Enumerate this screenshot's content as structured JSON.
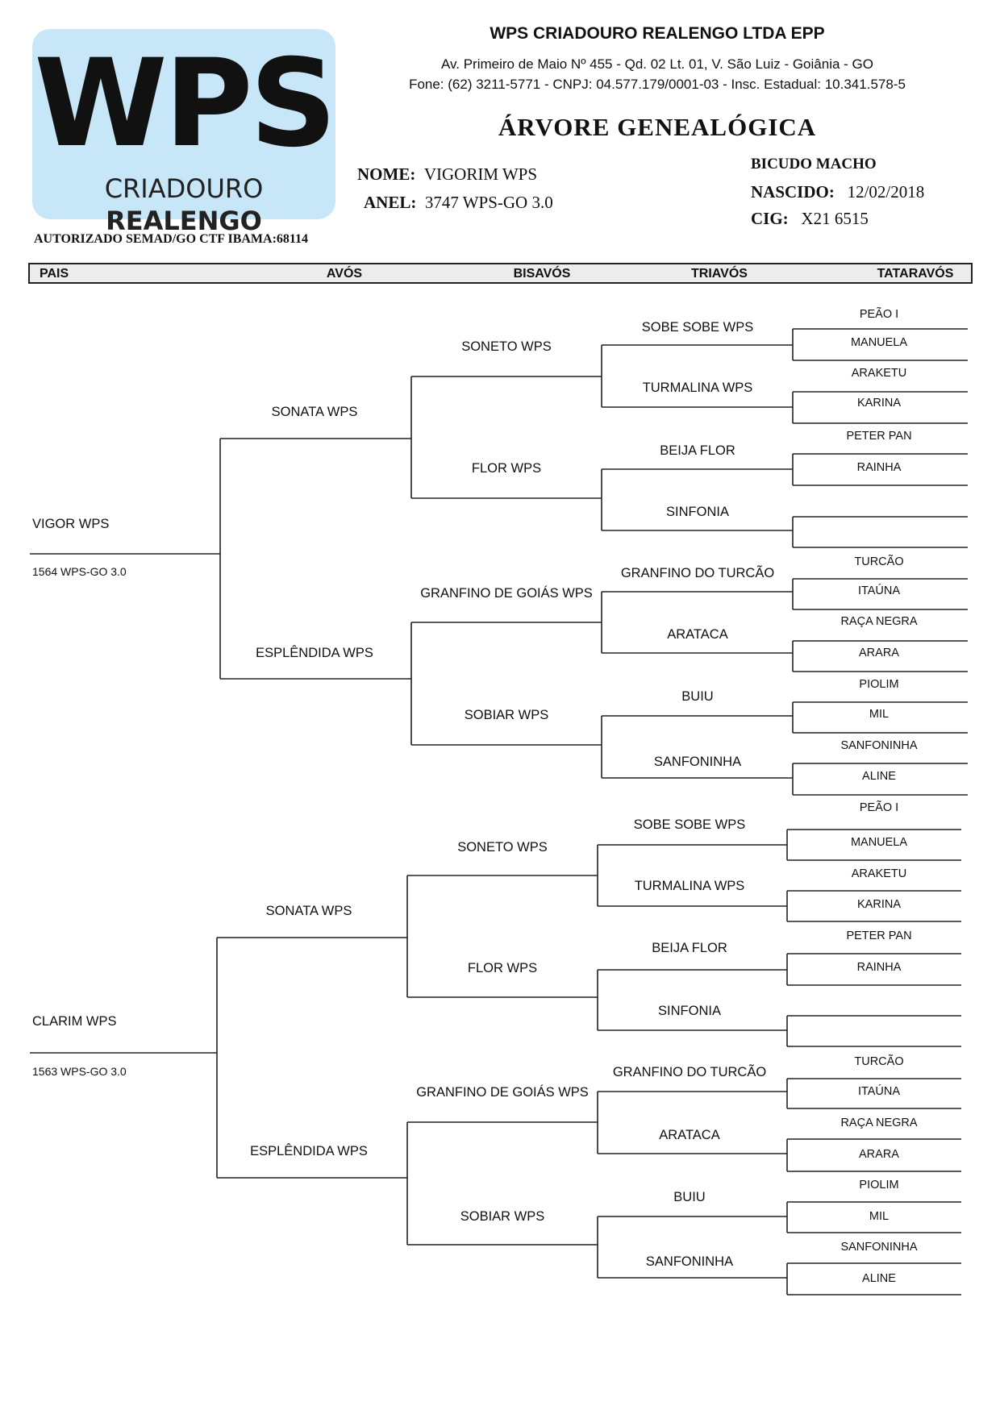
{
  "logo": {
    "main": "WPS",
    "sub_light": "CRIADOURO ",
    "sub_bold": "REALENGO"
  },
  "company": {
    "name": "WPS CRIADOURO REALENGO LTDA EPP",
    "address": "Av. Primeiro de Maio Nº 455 - Qd. 02 Lt. 01, V. São Luiz  - Goiânia - GO",
    "contact": "Fone: (62) 3211-5771  -  CNPJ: 04.577.179/0001-03  -  Insc. Estadual: 10.341.578-5"
  },
  "title": "ÁRVORE  GENEALÓGICA",
  "bird": {
    "name_label": "NOME:",
    "name": "VIGORIM WPS",
    "ring_label": "ANEL:",
    "ring": "3747 WPS-GO 3.0",
    "species": "BICUDO MACHO",
    "born_label": "NASCIDO:",
    "born": "12/02/2018",
    "cig_label": "CIG:",
    "cig": "X21 6515"
  },
  "authorization": "AUTORIZADO SEMAD/GO CTF IBAMA:68114",
  "generations": [
    "PAIS",
    "AVÓS",
    "BISAVÓS",
    "TRIAVÓS",
    "TATARAVÓS"
  ],
  "pedigree": [
    {
      "name": "VIGOR WPS",
      "ring": "1564 WPS-GO 3.0",
      "grandparents": [
        "SONATA WPS",
        "ESPLÊNDIDA WPS"
      ],
      "great_grandparents": [
        "SONETO WPS",
        "FLOR WPS",
        "GRANFINO DE GOIÁS WPS",
        "SOBIAR WPS"
      ],
      "great_great_grandparents": [
        "SOBE SOBE WPS",
        "TURMALINA WPS",
        "BEIJA FLOR",
        "SINFONIA",
        "GRANFINO DO TURCÃO",
        "ARATACA",
        "BUIU",
        "SANFONINHA"
      ],
      "great_great_great_grandparents": [
        "PEÃO I",
        "MANUELA",
        "ARAKETU",
        "KARINA",
        "PETER PAN",
        "RAINHA",
        "",
        "",
        "TURCÃO",
        "ITAÚNA",
        "RAÇA NEGRA",
        "ARARA",
        "PIOLIM",
        "MIL",
        "SANFONINHA",
        "ALINE"
      ]
    },
    {
      "name": "CLARIM WPS",
      "ring": "1563 WPS-GO 3.0",
      "grandparents": [
        "SONATA WPS",
        "ESPLÊNDIDA  WPS"
      ],
      "great_grandparents": [
        "SONETO WPS",
        "FLOR WPS",
        "GRANFINO DE GOIÁS WPS",
        "SOBIAR WPS"
      ],
      "great_great_grandparents": [
        "SOBE SOBE WPS",
        "TURMALINA WPS",
        "BEIJA FLOR",
        "SINFONIA",
        "GRANFINO DO TURCÃO",
        "ARATACA",
        "BUIU",
        "SANFONINHA"
      ],
      "great_great_great_grandparents": [
        "PEÃO I",
        "MANUELA",
        "ARAKETU",
        "KARINA",
        "PETER PAN",
        "RAINHA",
        "",
        "",
        "TURCÃO",
        "ITAÚNA",
        "RAÇA NEGRA",
        "ARARA",
        "PIOLIM",
        "MIL",
        "SANFONINHA",
        "ALINE"
      ]
    }
  ]
}
